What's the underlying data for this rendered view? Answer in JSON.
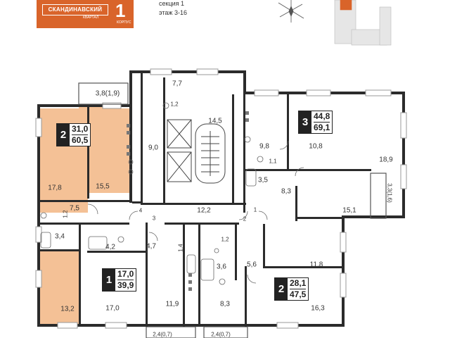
{
  "header": {
    "brand": "СКАНДИНАВСКИЙ",
    "brand_sub": "КВАРТАЛ",
    "building_number": "1",
    "building_sub": "КОРПУС",
    "section": "секция 1",
    "floors": "этаж 3-16"
  },
  "apartments": [
    {
      "rooms": "2",
      "living_area": "31,0",
      "total_area": "60,5",
      "highlighted": true
    },
    {
      "rooms": "3",
      "living_area": "44,8",
      "total_area": "69,1",
      "highlighted": false
    },
    {
      "rooms": "1",
      "living_area": "17,0",
      "total_area": "39,9",
      "highlighted": false
    },
    {
      "rooms": "2",
      "living_area": "28,1",
      "total_area": "47,5",
      "highlighted": false
    }
  ],
  "room_areas": [
    "3,8(1,9)",
    "7,7",
    "1,2",
    "14,5",
    "9,0",
    "9,8",
    "10,8",
    "18,9",
    "1,1",
    "3,5",
    "8,3",
    "3,3(1,6)",
    "15,1",
    "17,8",
    "15,5",
    "7,5",
    "1,2",
    "3,4",
    "4",
    "3",
    "12,2",
    "1",
    "2",
    "4,2",
    "4,7",
    "1,4",
    "1,2",
    "3,6",
    "5,6",
    "11,8",
    "13,2",
    "17,0",
    "11,9",
    "8,3",
    "16,3",
    "2,4(0,7)",
    "2,4(0,7)"
  ],
  "colors": {
    "highlight": "#f4c196",
    "brand": "#d9642a",
    "wall": "#2b2b2b",
    "window": "#9a9a9a"
  }
}
